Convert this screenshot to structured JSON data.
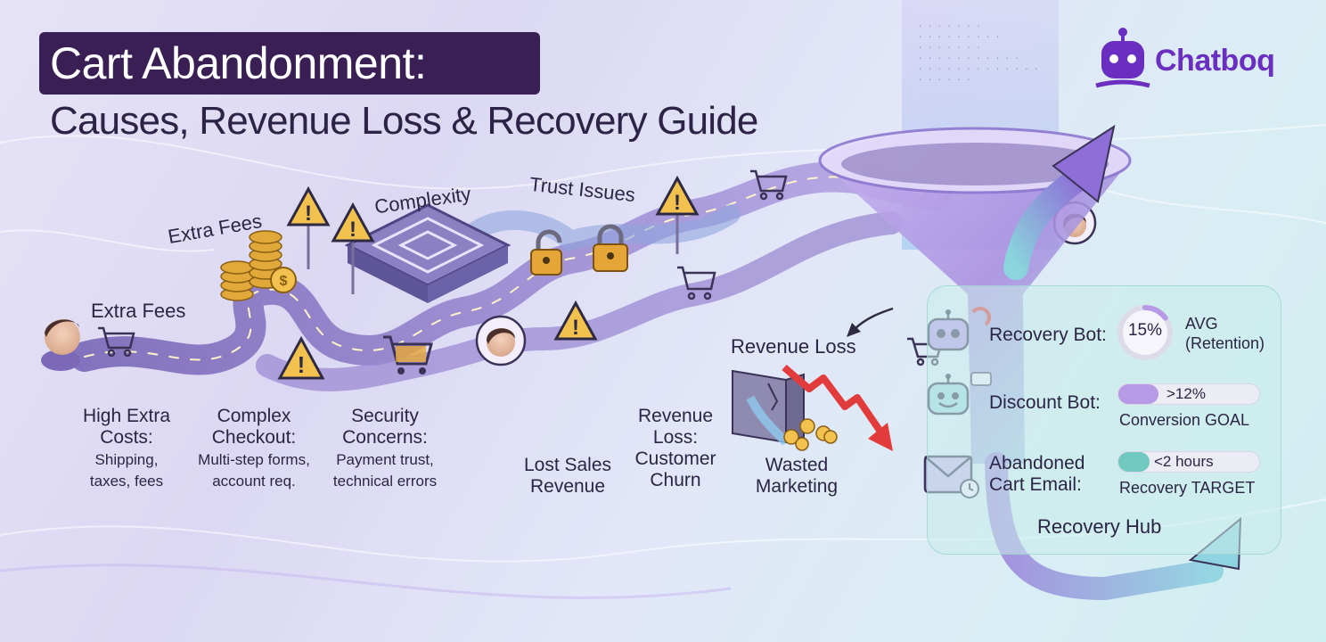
{
  "header": {
    "title": "Cart Abandonment:",
    "subtitle": "Causes, Revenue Loss & Recovery Guide"
  },
  "brand": {
    "name": "Chatboq",
    "logo_icon": "robot-logo-icon",
    "color": "#6a2fc0"
  },
  "path_labels": {
    "extra_fees_1": "Extra Fees",
    "extra_fees_2": "Extra Fees",
    "complexity": "Complexity",
    "trust_issues": "Trust Issues"
  },
  "causes": [
    {
      "heading_1": "High Extra",
      "heading_2": "Costs:",
      "detail_1": "Shipping,",
      "detail_2": "taxes, fees"
    },
    {
      "heading_1": "Complex",
      "heading_2": "Checkout:",
      "detail_1": "Multi-step forms,",
      "detail_2": "account req."
    },
    {
      "heading_1": "Security",
      "heading_2": "Concerns:",
      "detail_1": "Payment trust,",
      "detail_2": "technical errors"
    }
  ],
  "losses": {
    "heading": "Revenue Loss",
    "lost_sales_1": "Lost Sales",
    "lost_sales_2": "Revenue",
    "churn_1": "Revenue",
    "churn_2": "Loss:",
    "churn_3": "Customer",
    "churn_4": "Churn",
    "wasted_1": "Wasted",
    "wasted_2": "Marketing"
  },
  "recovery": {
    "recovery_bot": {
      "label": "Recovery Bot:",
      "value": "15%",
      "value_fraction": 0.15,
      "caption_1": "AVG",
      "caption_2": "(Retention)"
    },
    "discount_bot": {
      "label": "Discount Bot:",
      "value": ">12%",
      "fill_fraction": 0.12,
      "caption": "Conversion GOAL",
      "color": "#b79ae6"
    },
    "cart_email": {
      "label_1": "Abandoned",
      "label_2": "Cart Email:",
      "value": "<2 hours",
      "fill_fraction": 0.2,
      "caption": "Recovery TARGET",
      "color": "#6fc9c0"
    },
    "hub_label": "Recovery Hub"
  },
  "colors": {
    "title_bg": "#3a1f55",
    "road": "#8e7cc7",
    "warning": "#f2c14e",
    "loss_arrow": "#e23b3b",
    "funnel": "#b9a3ea",
    "accent_teal": "#6fc9c0"
  }
}
